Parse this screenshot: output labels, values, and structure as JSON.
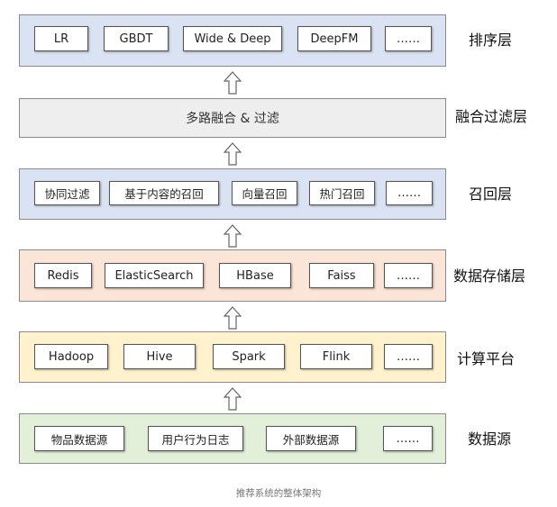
{
  "colors": {
    "rank_bg": "#dae3f3",
    "fusion_bg": "#eeeeee",
    "recall_bg": "#dae3f3",
    "storage_bg": "#fbe5d6",
    "compute_bg": "#fff2cc",
    "source_bg": "#e2f0d9"
  },
  "layers": {
    "rank": {
      "label": "排序层",
      "items": [
        "LR",
        "GBDT",
        "Wide & Deep",
        "DeepFM",
        "……"
      ]
    },
    "fusion": {
      "label": "融合过滤层",
      "text": "多路融合 & 过滤"
    },
    "recall": {
      "label": "召回层",
      "items": [
        "协同过滤",
        "基于内容的召回",
        "向量召回",
        "热门召回",
        "……"
      ]
    },
    "storage": {
      "label": "数据存储层",
      "items": [
        "Redis",
        "ElasticSearch",
        "HBase",
        "Faiss",
        "……"
      ]
    },
    "compute": {
      "label": "计算平台",
      "items": [
        "Hadoop",
        "Hive",
        "Spark",
        "Flink",
        "……"
      ]
    },
    "source": {
      "label": "数据源",
      "items": [
        "物品数据源",
        "用户行为日志",
        "外部数据源",
        "……"
      ]
    }
  },
  "caption": "推荐系统的整体架构"
}
